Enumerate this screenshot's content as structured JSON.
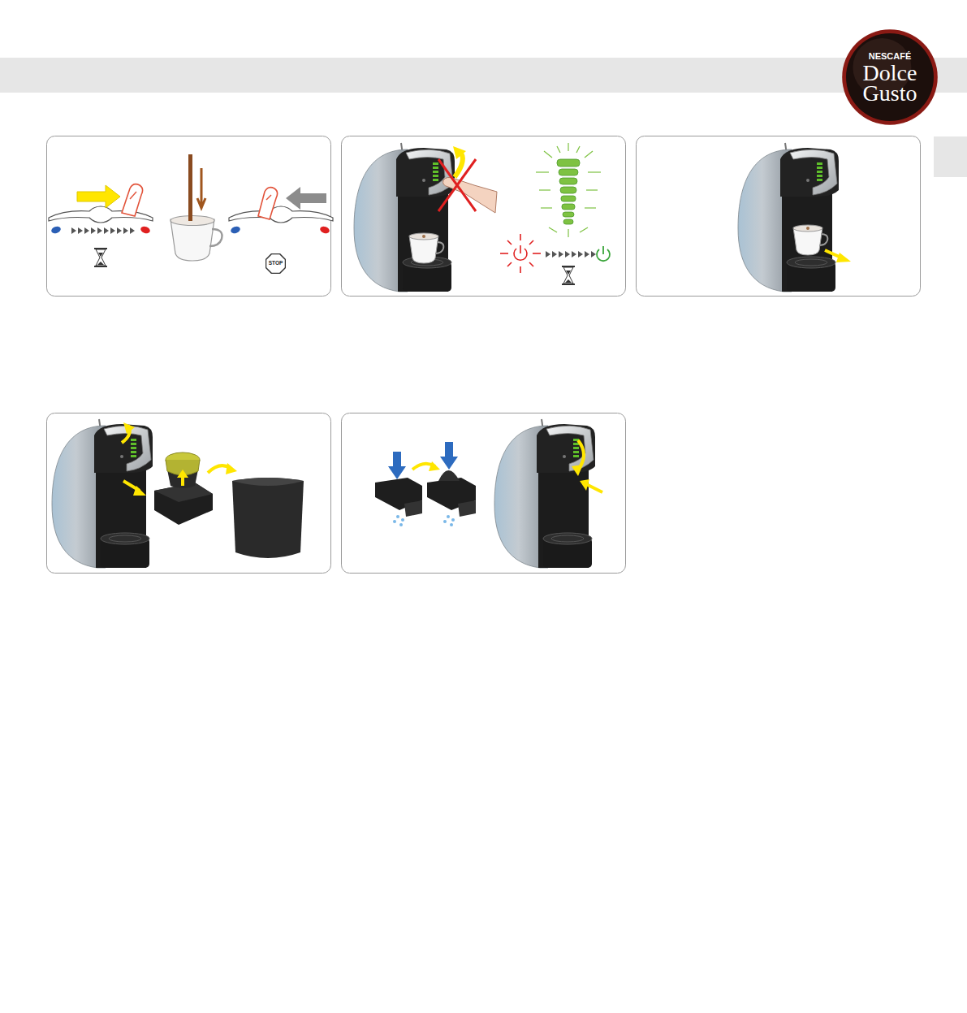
{
  "diagram": {
    "nodes": [
      {
        "text": [
          "NESCAFÉ",
          "Dolce Gusto"
        ]
      },
      {
        "text": [
          "STOP"
        ]
      }
    ]
  }
}
